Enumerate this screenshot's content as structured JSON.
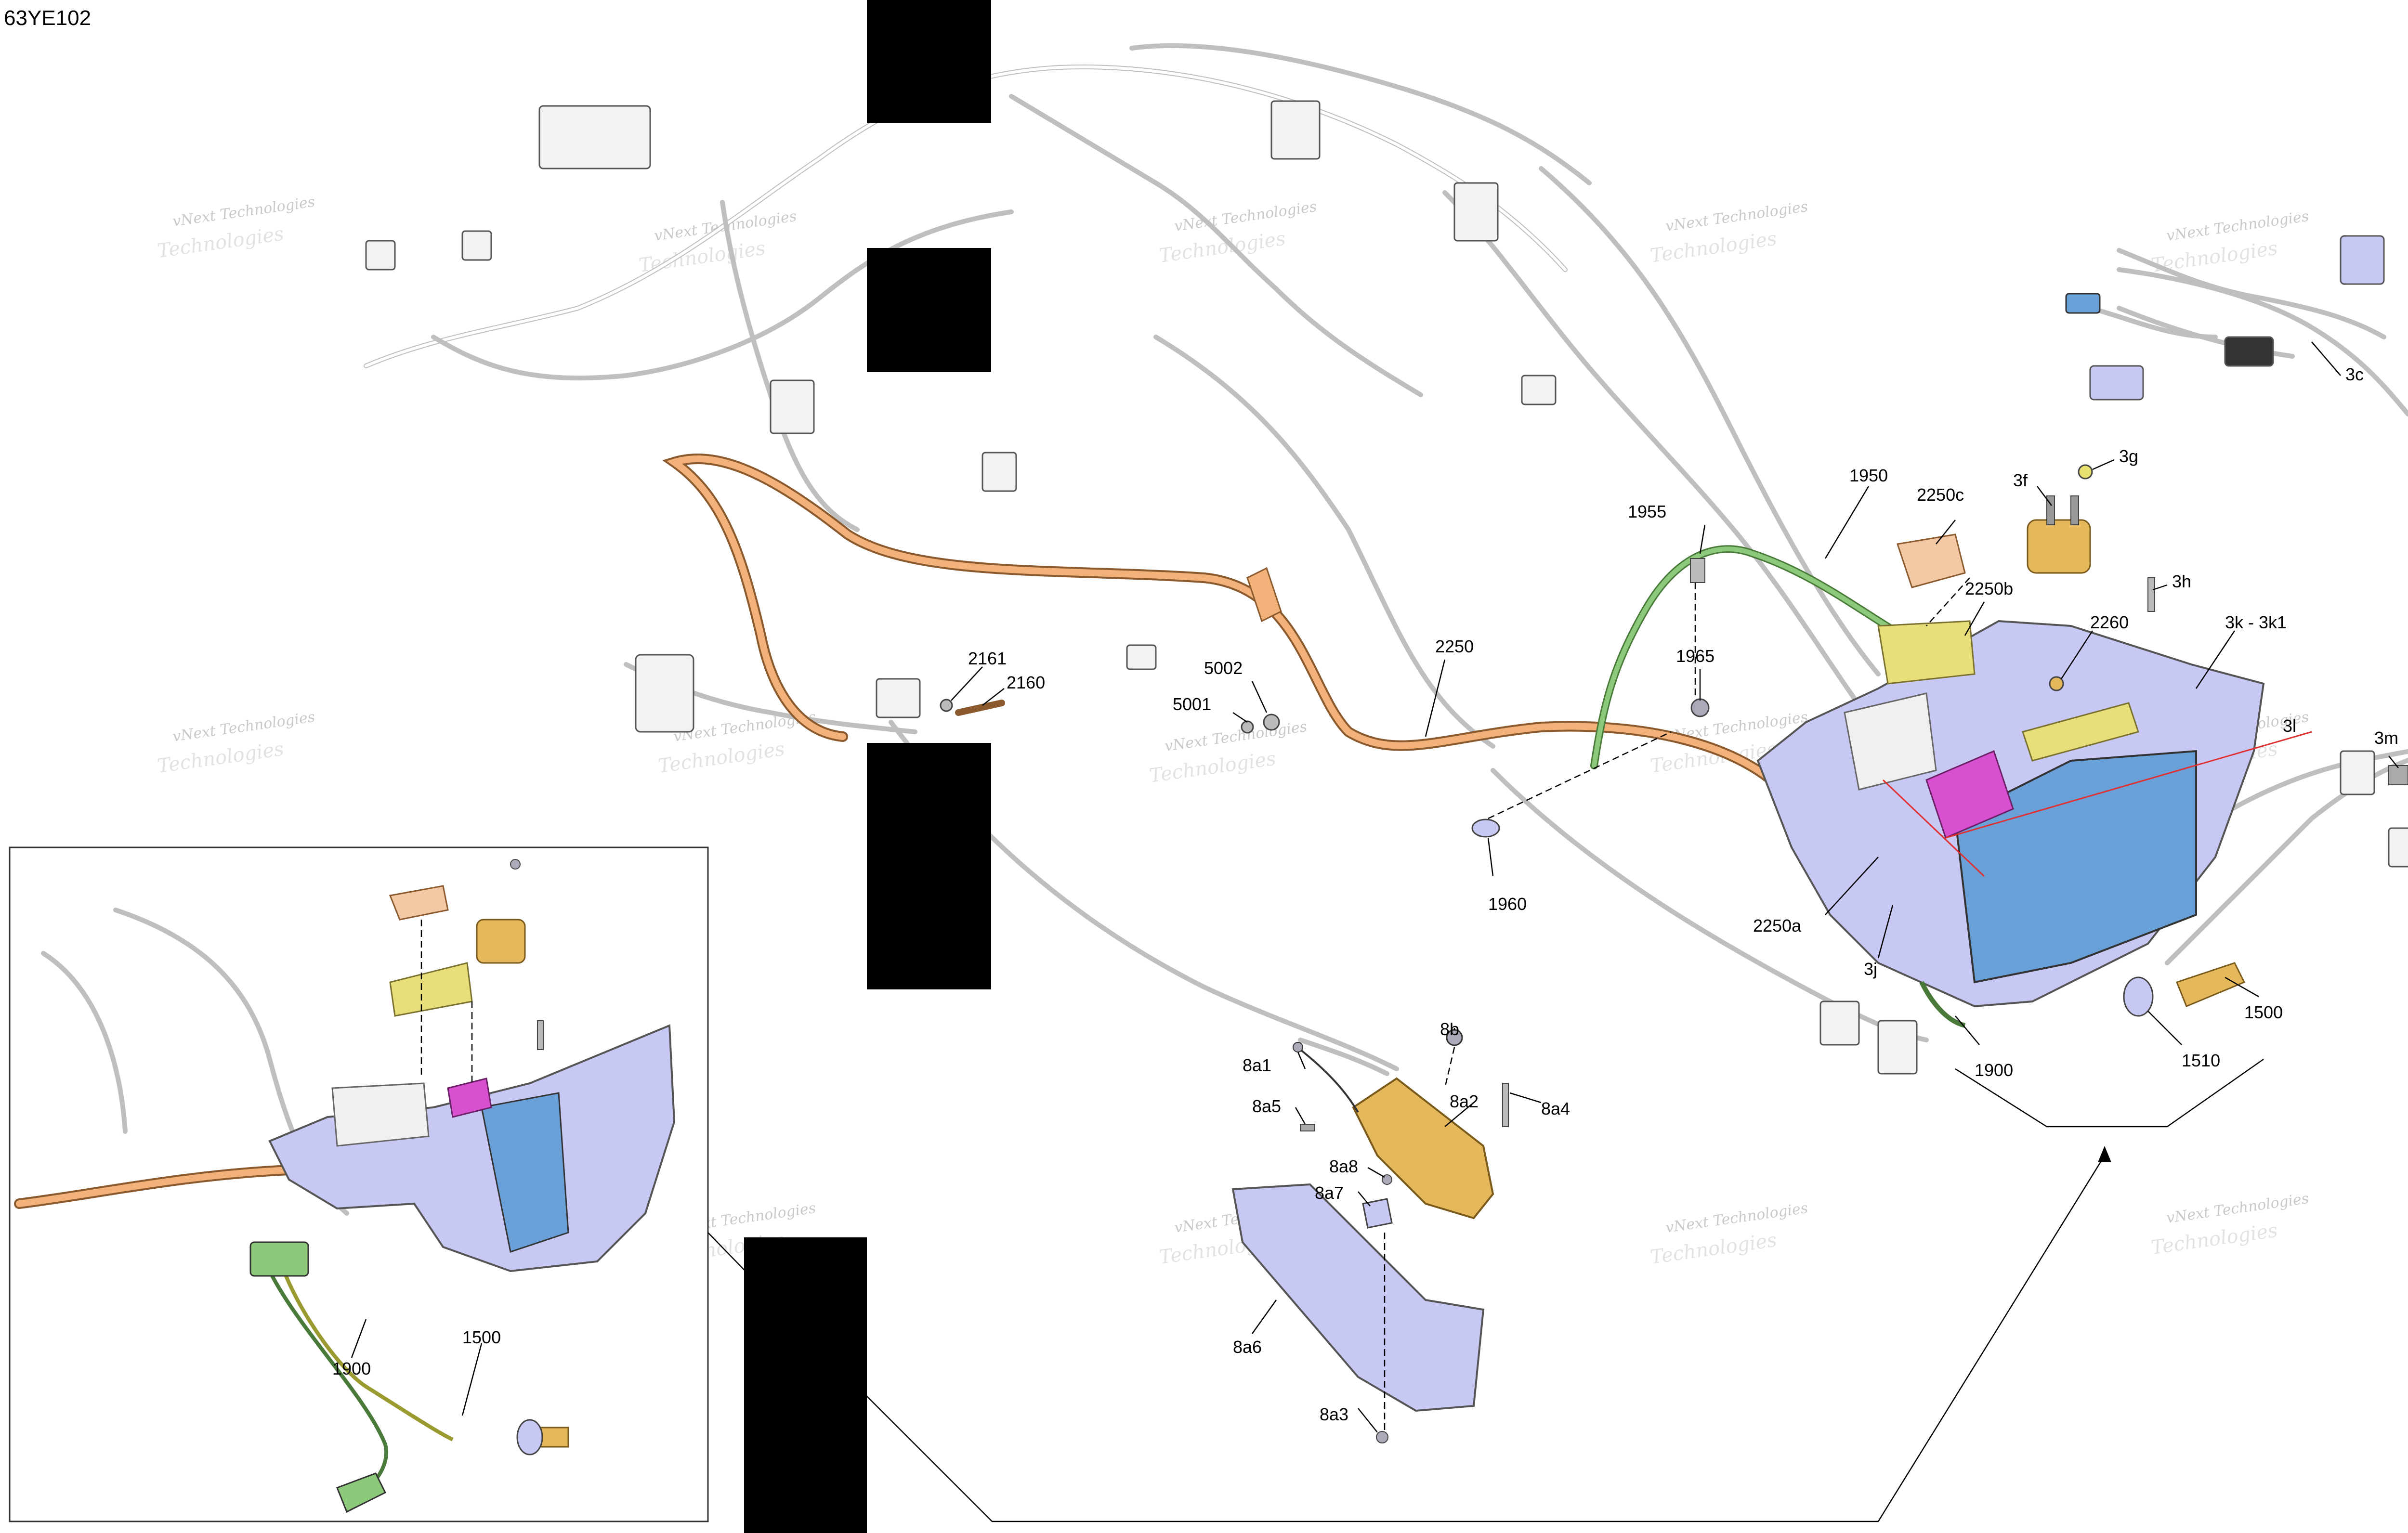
{
  "diagram": {
    "id_label": "63YE102",
    "watermark_line1": "vNext Technologies",
    "watermark_line2": "Technologies",
    "colors": {
      "harness": "#bfbfbf",
      "main_cable": "#f2b27a",
      "green_cable": "#8cc97a",
      "gold_parts": "#e6b85c",
      "bracket_purple": "#c8c8f5",
      "control_unit_blue": "#6aa0d8",
      "magenta_part": "#d84fd0",
      "yellow_part": "#e8df7a",
      "redaction": "#000000"
    },
    "labels": {
      "p1950": "1950",
      "p1955": "1955",
      "p2250c": "2250c",
      "p3f": "3f",
      "p3g": "3g",
      "p3h": "3h",
      "p2250b": "2250b",
      "p2260": "2260",
      "p3k": "3k - 3k1",
      "p3l": "3l",
      "p3m": "3m",
      "p1965": "1965",
      "p2250": "2250",
      "p5002": "5002",
      "p5001": "5001",
      "p2161": "2161",
      "p2160": "2160",
      "p1960": "1960",
      "p2250a": "2250a",
      "p3j": "3j",
      "p1900": "1900",
      "p1510": "1510",
      "p1500": "1500",
      "p3c": "3c",
      "p8a1": "8a1",
      "p8b": "8b",
      "p8a5": "8a5",
      "p8a2": "8a2",
      "p8a4": "8a4",
      "p8a8": "8a8",
      "p8a7": "8a7",
      "p8a6": "8a6",
      "p8a3": "8a3",
      "inset_1900": "1900",
      "inset_1500": "1500"
    }
  }
}
